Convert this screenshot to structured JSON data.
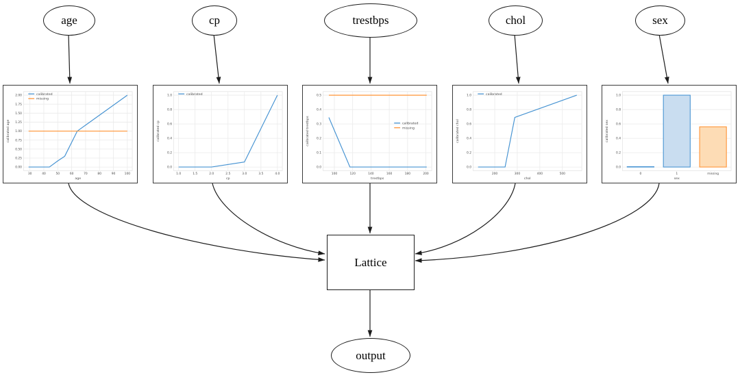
{
  "diagram": {
    "inputs": [
      {
        "label": "age"
      },
      {
        "label": "cp"
      },
      {
        "label": "trestbps"
      },
      {
        "label": "chol"
      },
      {
        "label": "sex"
      }
    ],
    "lattice_label": "Lattice",
    "output_label": "output"
  },
  "colors": {
    "calibrated": "#4693d2",
    "missing": "#ff9335",
    "bar_blue_fill": "#c9ddf0",
    "bar_orange_fill": "#fddcb5",
    "grid": "#eaeaea",
    "plot_border": "#e0e0e0",
    "text": "#4a4a4a",
    "edge": "#1c1c1c"
  },
  "chart_data": [
    {
      "type": "line",
      "xlabel": "age",
      "ylabel": "calibrated age",
      "xlim": [
        29,
        100
      ],
      "ylim": [
        0,
        2
      ],
      "xticks": [
        30,
        40,
        50,
        60,
        70,
        80,
        90,
        100
      ],
      "xtick_labels": [
        "30",
        "40",
        "50",
        "60",
        "70",
        "80",
        "90",
        "100"
      ],
      "yticks": [
        0,
        0.25,
        0.5,
        0.75,
        1.0,
        1.25,
        1.5,
        1.75,
        2.0
      ],
      "ytick_labels": [
        "0.00",
        "0.25",
        "0.50",
        "0.75",
        "1.00",
        "1.25",
        "1.50",
        "1.75",
        "2.00"
      ],
      "series": [
        {
          "name": "calibrated",
          "color_key": "calibrated",
          "points": [
            [
              29,
              0
            ],
            [
              44,
              0
            ],
            [
              50,
              0.17
            ],
            [
              55,
              0.3
            ],
            [
              64,
              1.0
            ],
            [
              100,
              2.0
            ]
          ]
        },
        {
          "name": "missing",
          "color_key": "missing",
          "points": [
            [
              29,
              1.0
            ],
            [
              100,
              1.0
            ]
          ]
        }
      ],
      "legend": {
        "pos": "top-left",
        "items": [
          "calibrated",
          "missing"
        ]
      }
    },
    {
      "type": "line",
      "xlabel": "cp",
      "ylabel": "calibrated cp",
      "xlim": [
        1,
        4
      ],
      "ylim": [
        0,
        1
      ],
      "xticks": [
        1.0,
        1.5,
        2.0,
        2.5,
        3.0,
        3.5,
        4.0
      ],
      "xtick_labels": [
        "1.0",
        "1.5",
        "2.0",
        "2.5",
        "3.0",
        "3.5",
        "4.0"
      ],
      "yticks": [
        0,
        0.2,
        0.4,
        0.6,
        0.8,
        1.0
      ],
      "ytick_labels": [
        "0.0",
        "0.2",
        "0.4",
        "0.6",
        "0.8",
        "1.0"
      ],
      "series": [
        {
          "name": "calibrated",
          "color_key": "calibrated",
          "points": [
            [
              1,
              0
            ],
            [
              2,
              0
            ],
            [
              3,
              0.07
            ],
            [
              4,
              1.0
            ]
          ]
        }
      ],
      "legend": {
        "pos": "top-left",
        "items": [
          "calibrated"
        ]
      }
    },
    {
      "type": "line",
      "xlabel": "trestbps",
      "ylabel": "calibrated trestbps",
      "xlim": [
        93,
        201
      ],
      "ylim": [
        0,
        0.5
      ],
      "xticks": [
        100,
        120,
        140,
        160,
        180,
        200
      ],
      "xtick_labels": [
        "100",
        "120",
        "140",
        "160",
        "180",
        "200"
      ],
      "yticks": [
        0,
        0.1,
        0.2,
        0.3,
        0.4,
        0.5
      ],
      "ytick_labels": [
        "0.0",
        "0.1",
        "0.2",
        "0.3",
        "0.4",
        "0.5"
      ],
      "series": [
        {
          "name": "calibrated",
          "color_key": "calibrated",
          "points": [
            [
              94,
              0.345
            ],
            [
              117,
              0
            ],
            [
              201,
              0
            ]
          ]
        },
        {
          "name": "missing",
          "color_key": "missing",
          "points": [
            [
              94,
              0.5
            ],
            [
              201,
              0.5
            ]
          ]
        }
      ],
      "legend": {
        "pos": "mid-right",
        "items": [
          "calibrated",
          "missing"
        ]
      }
    },
    {
      "type": "line",
      "xlabel": "chol",
      "ylabel": "calibrated chol",
      "xlim": [
        126,
        564
      ],
      "ylim": [
        0,
        1
      ],
      "xticks": [
        200,
        300,
        400,
        500
      ],
      "xtick_labels": [
        "200",
        "300",
        "400",
        "500"
      ],
      "yticks": [
        0,
        0.2,
        0.4,
        0.6,
        0.8,
        1.0
      ],
      "ytick_labels": [
        "0.0",
        "0.2",
        "0.4",
        "0.6",
        "0.8",
        "1.0"
      ],
      "series": [
        {
          "name": "calibrated",
          "color_key": "calibrated",
          "points": [
            [
              126,
              0
            ],
            [
              246,
              0
            ],
            [
              289,
              0.69
            ],
            [
              564,
              1.0
            ]
          ]
        }
      ],
      "legend": {
        "pos": "top-left",
        "items": [
          "calibrated"
        ]
      }
    },
    {
      "type": "bar",
      "xlabel": "sex",
      "ylabel": "calibrated sex",
      "categories": [
        "0",
        "1",
        "missing"
      ],
      "values": [
        0.005,
        1.0,
        0.56
      ],
      "ylim": [
        0,
        1
      ],
      "yticks": [
        0,
        0.2,
        0.4,
        0.6,
        0.8,
        1.0
      ],
      "ytick_labels": [
        "0.0",
        "0.2",
        "0.4",
        "0.6",
        "0.8",
        "1.0"
      ],
      "bar_colors": [
        {
          "edge": "calibrated",
          "fill": "bar_blue_fill"
        },
        {
          "edge": "calibrated",
          "fill": "bar_blue_fill"
        },
        {
          "edge": "missing",
          "fill": "bar_orange_fill"
        }
      ]
    }
  ]
}
